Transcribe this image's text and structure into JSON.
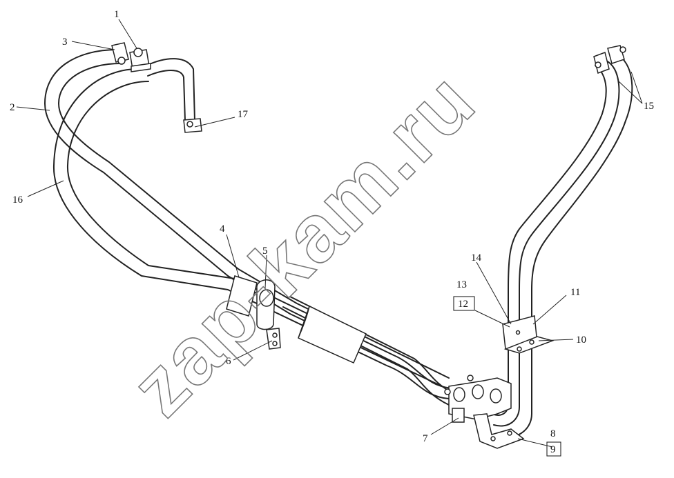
{
  "watermark": "zap-kam.ru",
  "callouts": [
    {
      "id": "c1",
      "text": "1"
    },
    {
      "id": "c2",
      "text": "2"
    },
    {
      "id": "c3",
      "text": "3"
    },
    {
      "id": "c4",
      "text": "4"
    },
    {
      "id": "c5",
      "text": "5"
    },
    {
      "id": "c6",
      "text": "6"
    },
    {
      "id": "c7",
      "text": "7"
    },
    {
      "id": "c8",
      "text": "8"
    },
    {
      "id": "c9",
      "text": "9"
    },
    {
      "id": "c10",
      "text": "10"
    },
    {
      "id": "c11",
      "text": "11"
    },
    {
      "id": "c12",
      "text": "12"
    },
    {
      "id": "c13",
      "text": "13"
    },
    {
      "id": "c14",
      "text": "14"
    },
    {
      "id": "c15",
      "text": "15"
    },
    {
      "id": "c16",
      "text": "16"
    },
    {
      "id": "c17",
      "text": "17"
    }
  ]
}
